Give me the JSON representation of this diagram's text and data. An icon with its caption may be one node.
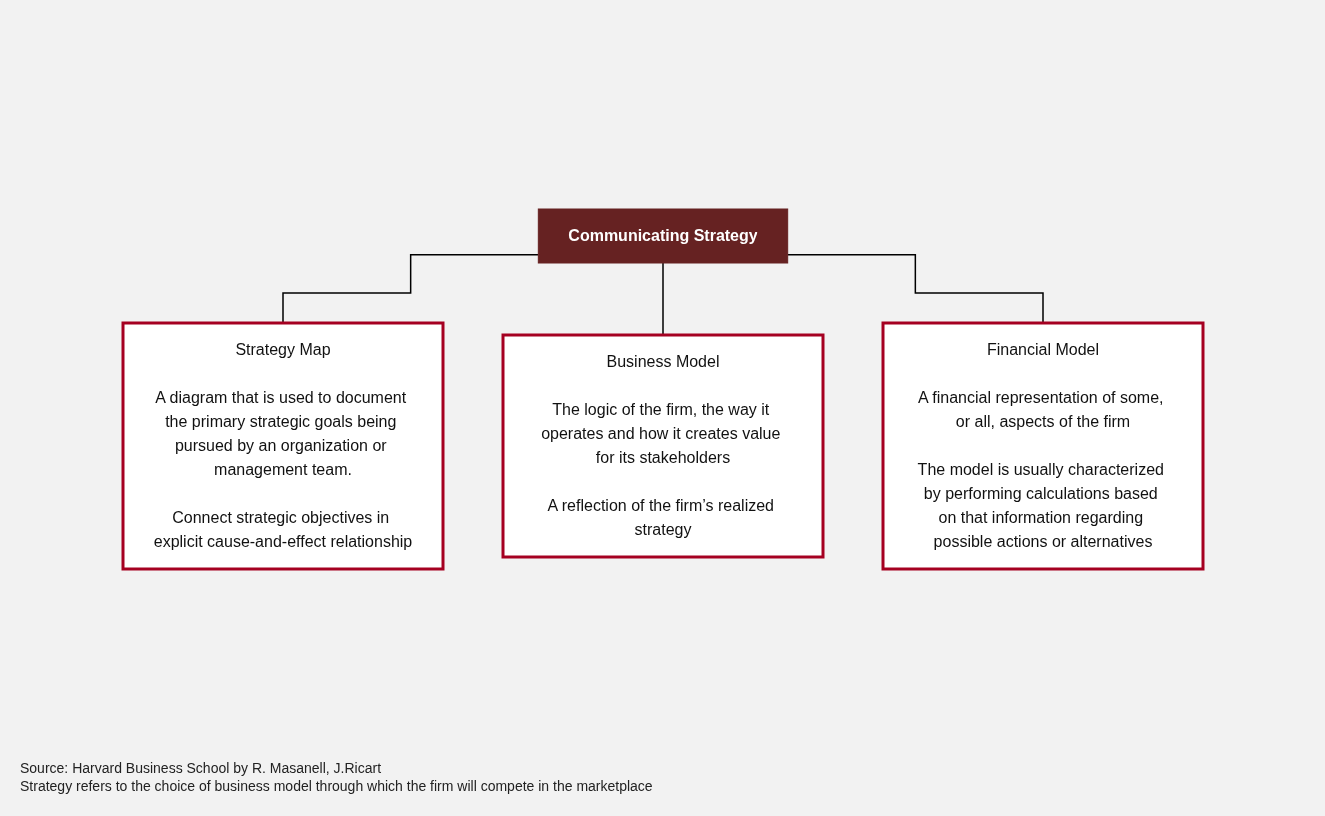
{
  "diagram": {
    "nodes": [
      {
        "text": [
          "Communicating Strategy"
        ]
      },
      {
        "text": [
          "Strategy Map",
          "A diagram that is used to document the primary strategic goals being pursued by an organization or management team.",
          "Connect strategic objectives in explicit cause-and-effect relationship"
        ]
      },
      {
        "text": [
          "Business Model",
          "The logic of the firm, the way it operates and how it creates value for its stakeholders",
          "A reflection of the firm’s realized strategy"
        ]
      },
      {
        "text": [
          "Financial Model",
          "A financial representation of some, or all, aspects of the firm",
          "The model is usually characterized by performing calculations based on that information regarding possible actions or alternatives"
        ]
      }
    ],
    "edges": [
      {
        "from": 0,
        "to": 1,
        "arrow": "none"
      },
      {
        "from": 0,
        "to": 2,
        "arrow": "none"
      },
      {
        "from": 0,
        "to": 3,
        "arrow": "none"
      }
    ],
    "labels": [
      "Source:  Harvard Business School by R. Masanell, J.Ricart",
      "Strategy refers to the choice of business model through which the firm will compete in the marketplace"
    ]
  }
}
